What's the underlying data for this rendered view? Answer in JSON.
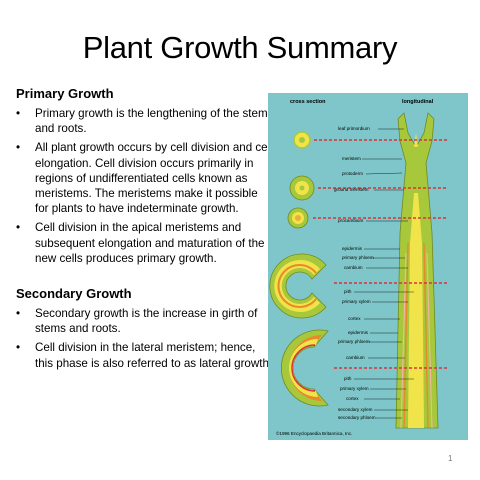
{
  "slide": {
    "title": "Plant Growth Summary",
    "page_number": "1"
  },
  "primary": {
    "heading": "Primary Growth",
    "bullets": [
      "Primary growth is the lengthening of the stem and roots.",
      "All plant growth occurs by cell division and cell elongation. Cell division occurs primarily in regions of undifferentiated cells known as meristems.  The meristems make it possible for plants to have indeterminate growth.",
      "Cell division in the apical meristems and subsequent elongation and maturation of the new cells produces primary growth."
    ]
  },
  "secondary": {
    "heading": "Secondary Growth",
    "bullets": [
      "Secondary growth is the increase in girth of stems and roots.",
      "Cell division in the lateral meristem; hence, this phase is also referred to as lateral growth"
    ]
  },
  "bullet_symbol": "•",
  "figure": {
    "header_left": "cross section",
    "header_right": "longitudinal",
    "labels": {
      "leaf_primordium": "leaf primordium",
      "meristem": "meristem",
      "protoderm": "protoderm",
      "ground_meristem": "ground meristem",
      "procambium": "procambium",
      "epidermis1": "epidermis",
      "primary_phloem1": "primary phloem",
      "cambium1": "cambium",
      "pith1": "pith",
      "primary_xylem1": "primary xylem",
      "cortex1": "cortex",
      "epidermis2": "epidermis",
      "primary_phloem2": "primary phloem",
      "cambium2": "cambium",
      "pith2": "pith",
      "primary_xylem2": "primary xylem",
      "cortex2": "cortex",
      "secondary_xylem": "secondary xylem",
      "secondary_phloem": "secondary phloem"
    },
    "copyright": "©1996 Encyclopaedia Britannica, Inc.",
    "colors": {
      "background": "#7ec6c9",
      "stem_green": "#a8c83c",
      "yellow": "#f1e34a",
      "orange": "#e88a2a",
      "red_dash": "#d9343a",
      "pink": "#f5b6b0"
    }
  }
}
